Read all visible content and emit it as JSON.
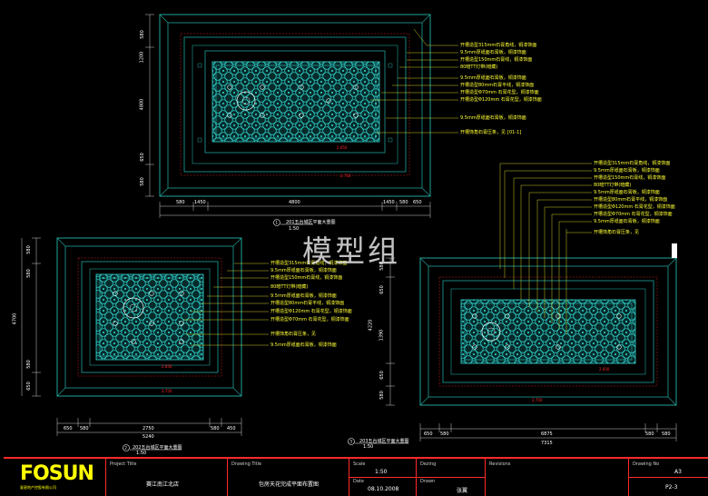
{
  "watermark": "模型组",
  "colors": {
    "frame": "#1fa39a",
    "pattern": "#2fd6d0",
    "annotation": "#ffff33",
    "red": "#ff2a2a",
    "border": "#ffffff"
  },
  "views": [
    {
      "id": "1",
      "caption": "201五台城区平面大重图",
      "scale": "1:50",
      "dims_bottom": [
        "580",
        "1450",
        "4800",
        "1450",
        "580",
        "650"
      ],
      "dims_left": [
        "580",
        "1200",
        "4800",
        "650",
        "580"
      ],
      "annotations": [
        "开槽造型315mm石膏角线，铜漆饰面",
        "9.5mm厚纸面石膏板，铜漆饰面",
        "开槽造型150mm石膏线，铜漆饰面",
        "80暗TT灯带(暗藏)",
        "9.5mm厚纸面石膏板，铜漆饰面",
        "开槽造型80mm石膏平线，铜漆饰面",
        "开槽造型Φ70mm 石膏花型，铜漆饰面",
        "开槽造型Φ120mm 石膏花型，铜漆饰面",
        "9.5mm厚纸面石膏板，铜漆饰面",
        "开槽饰角石膏压条，见"
      ]
    },
    {
      "id": "2",
      "caption": "202五台城区平面大重图",
      "scale": "1:50",
      "dims_bottom": [
        "650",
        "580",
        "2750",
        "580",
        "450"
      ],
      "dims_left": [
        "580",
        "580",
        "4700",
        "580",
        "650"
      ],
      "annotations": [
        "开槽造型315mm石膏角线，铜漆饰面",
        "9.5mm厚纸面石膏板，铜漆饰面",
        "开槽造型150mm石膏线，铜漆饰面",
        "80暗TT灯带(暗藏)",
        "9.5mm厚纸面石膏板，铜漆饰面",
        "开槽造型80mm石膏平线，铜漆饰面",
        "开槽造型Φ120mm 石膏花型，铜漆饰面",
        "开槽造型Φ70mm 石膏花型，铜漆饰面",
        "开槽饰角石膏压条，见",
        "9.5mm厚纸面石膏板，铜漆饰面"
      ]
    },
    {
      "id": "3",
      "caption": "203五台城区平面大重图",
      "scale": "1:50",
      "dims_bottom": [
        "650",
        "580",
        "6875",
        "580",
        "580"
      ],
      "dims_left": [
        "580",
        "650",
        "1390",
        "4220",
        "650",
        "580"
      ],
      "total": "7315",
      "annotations": [
        "开槽造型315mm石膏角线，铜漆饰面",
        "9.5mm厚纸面石膏板，铜漆饰面",
        "开槽造型150mm石膏线，铜漆饰面",
        "80暗TT灯带(暗藏)",
        "9.5mm厚纸面石膏板，铜漆饰面",
        "开槽造型80mm石膏平线，铜漆饰面",
        "开槽造型Φ120mm 石膏花型，铜漆饰面",
        "开槽造型Φ70mm 石膏花型，铜漆饰面",
        "9.5mm厚纸面石膏板，铜漆饰面",
        "开槽饰角石膏压条，见"
      ]
    }
  ],
  "total_bottom_2": "5240",
  "title_block": {
    "logo": "FOSUN",
    "logo_sub": "复星地产控股有限公司",
    "project_title_label": "Project Title",
    "project_title": "赛江南江北店",
    "drawing_title_label": "Drawing Title",
    "drawing_title": "包房天花完成平面布置图",
    "scale_label": "Scale",
    "scale": "1:50",
    "date_label": "Date",
    "date": "08.10.2008",
    "designer_label": "Dezing",
    "drawn_label": "Drawn",
    "drawn": "张翼",
    "revisions_label": "Revisions",
    "drawing_no_label": "Drawing No",
    "paper": "A3",
    "drawing_no": "P2-3"
  },
  "ref_mark": "[01-1]"
}
